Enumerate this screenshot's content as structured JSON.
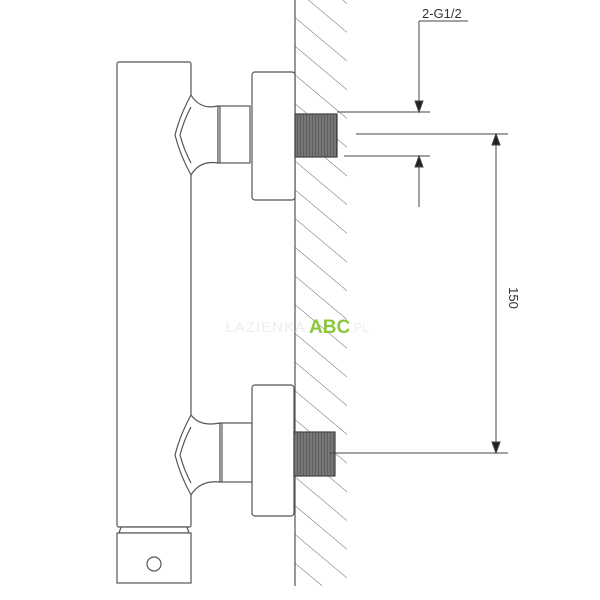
{
  "dimensions": {
    "thread_label": "2-G1/2",
    "spacing_label": "150"
  },
  "watermark": {
    "prefix": "ŁAZIENKA",
    "brand": "ABC",
    "suffix": ".PL",
    "brand_color": "#8cc63f"
  },
  "colors": {
    "line": "#555555",
    "thread": "#666666"
  }
}
